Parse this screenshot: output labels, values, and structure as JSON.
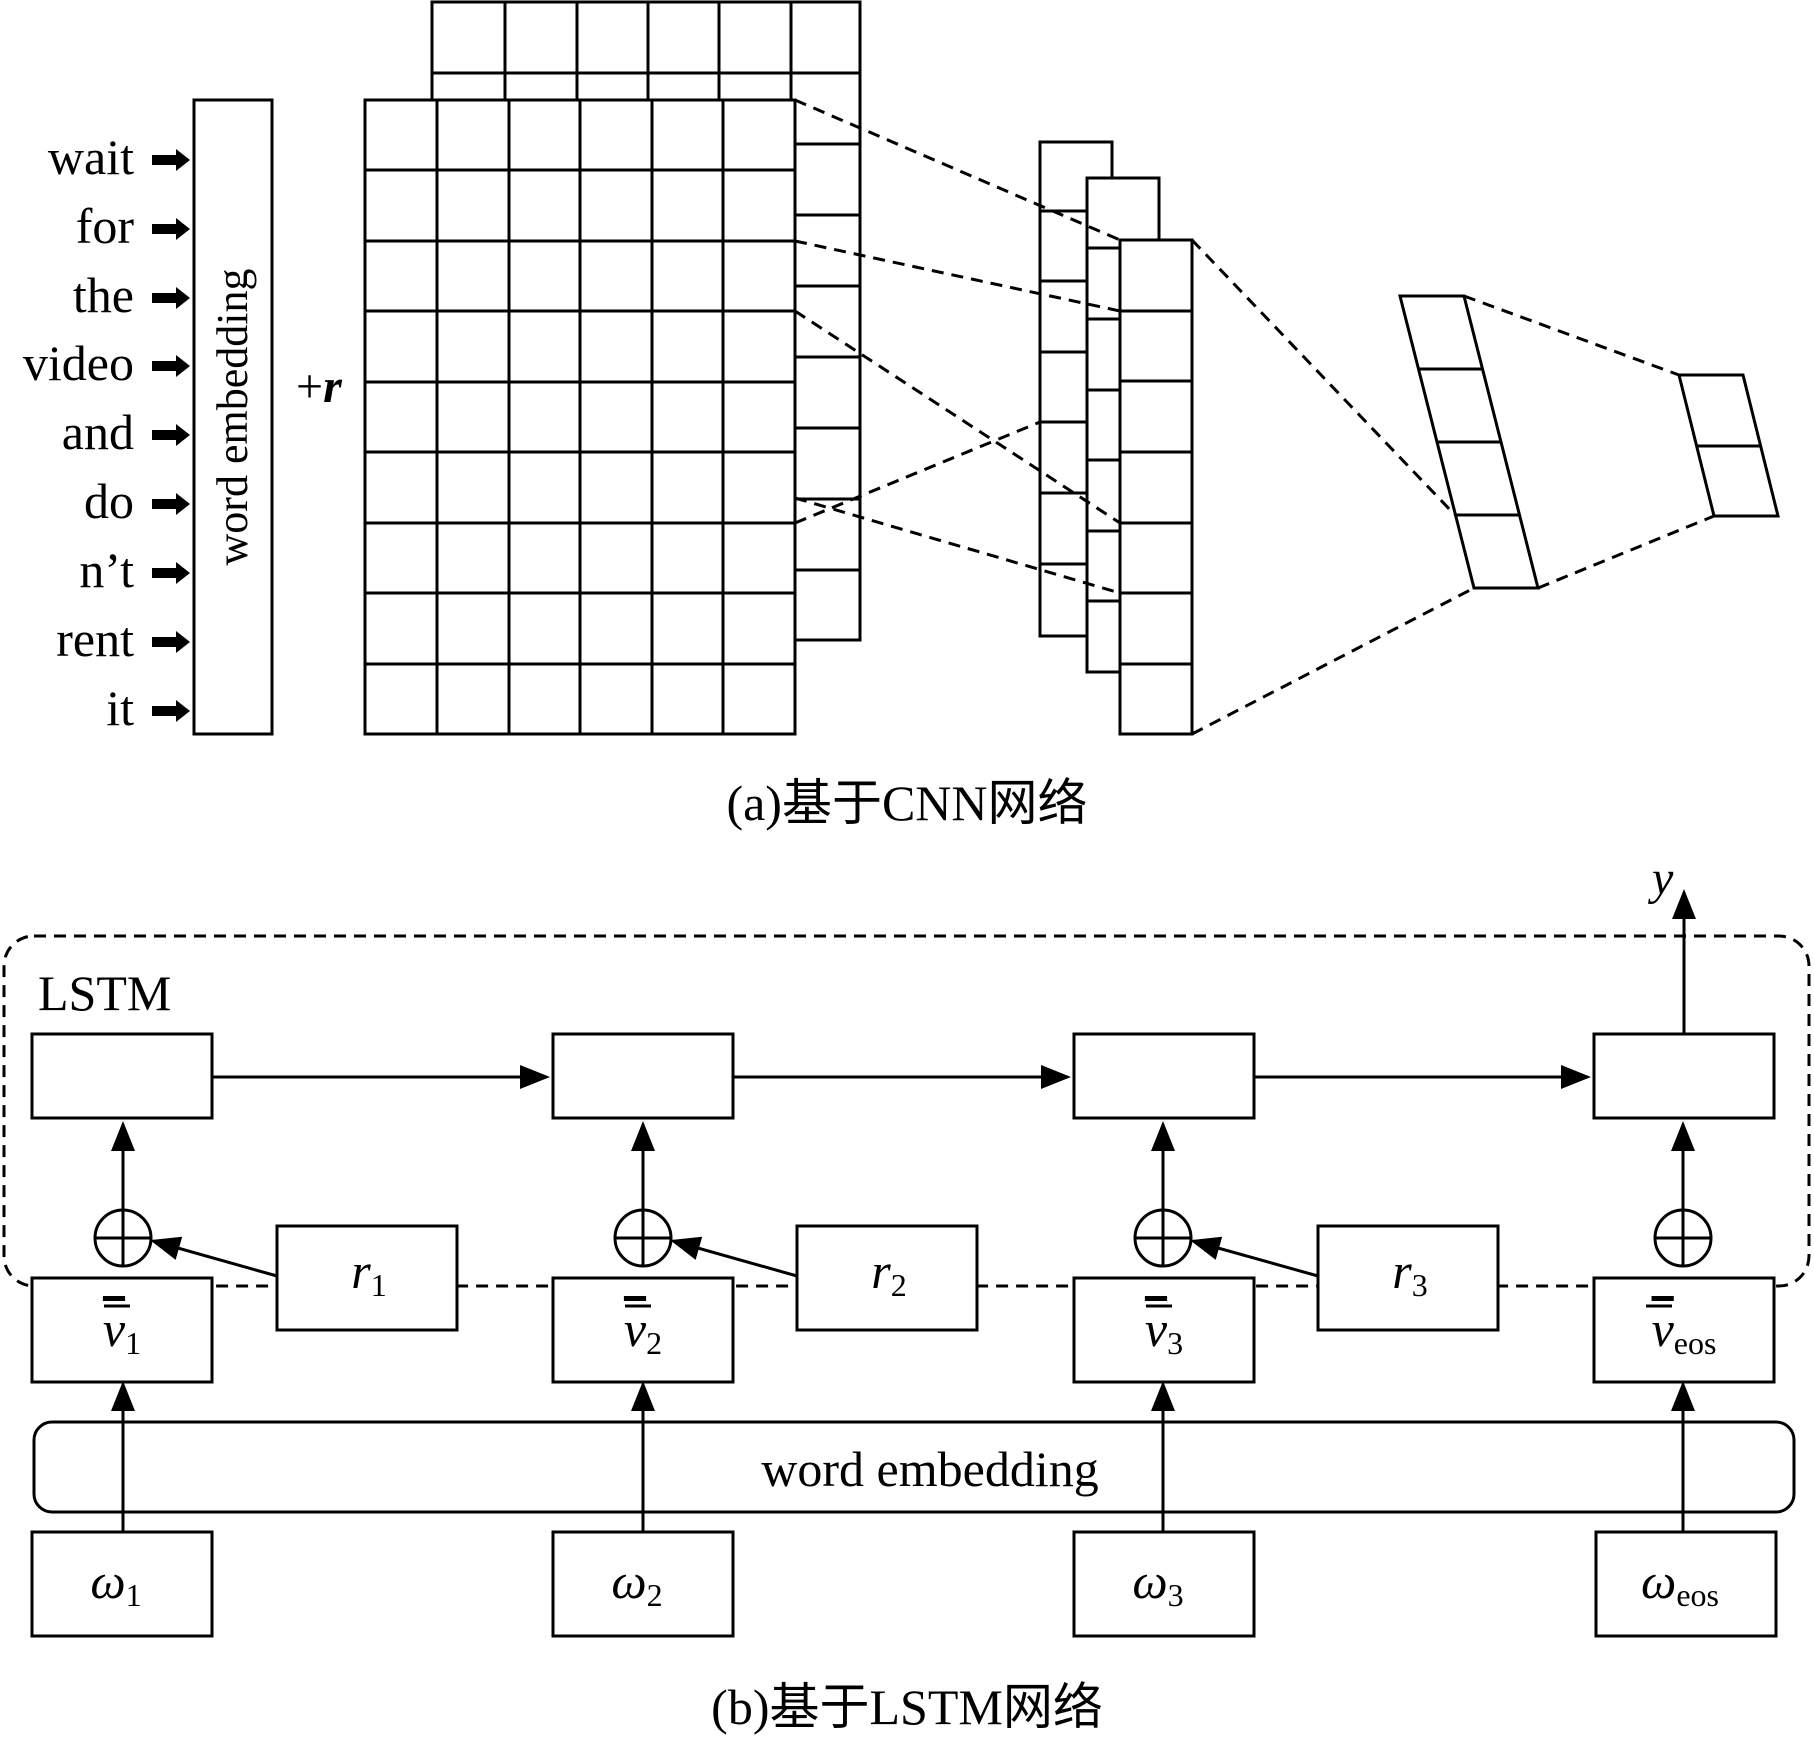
{
  "cnn": {
    "words": [
      "wait",
      "for",
      "the",
      "video",
      "and",
      "do",
      "n’t",
      "rent",
      "it"
    ],
    "embedding_label": "word embedding",
    "perturbation": "+",
    "perturbation_symbol": "r",
    "caption": "(a)基于CNN网络"
  },
  "lstm": {
    "block_label": "LSTM",
    "output_symbol": "y",
    "embedding_label": "word embedding",
    "caption": "(b)基于LSTM网络",
    "columns": [
      {
        "v": "v",
        "v_sub": "1",
        "w": "ω",
        "w_sub": "1",
        "r": "r",
        "r_sub": "1"
      },
      {
        "v": "v",
        "v_sub": "2",
        "w": "ω",
        "w_sub": "2",
        "r": "r",
        "r_sub": "2"
      },
      {
        "v": "v",
        "v_sub": "3",
        "w": "ω",
        "w_sub": "3",
        "r": "r",
        "r_sub": "3"
      },
      {
        "v": "v",
        "v_sub": "eos",
        "w": "ω",
        "w_sub": "eos"
      }
    ]
  }
}
